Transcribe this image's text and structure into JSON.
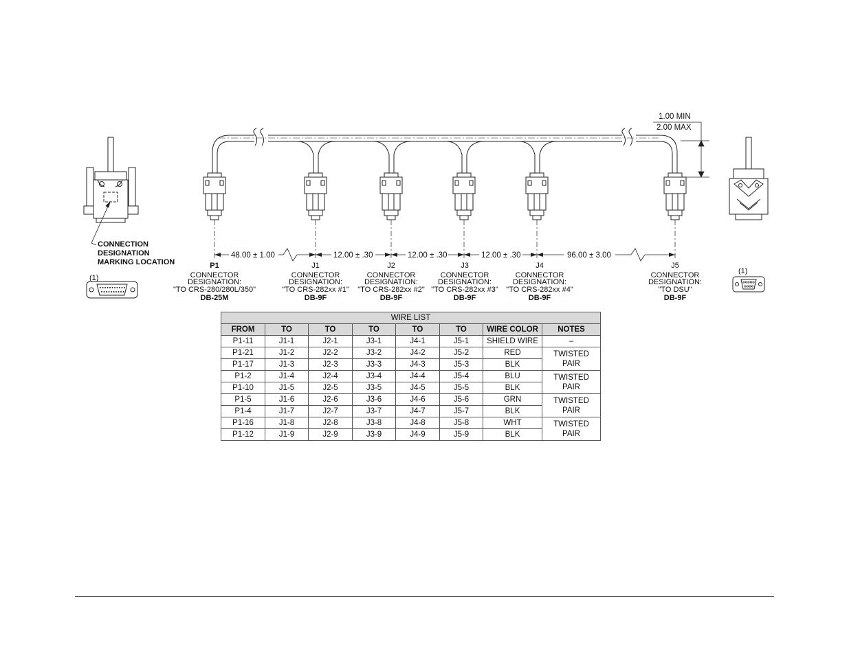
{
  "connectors": [
    {
      "id": "P1",
      "lines": [
        "CONNECTOR",
        "DESIGNATION:",
        "\"TO CRS-280/280L/350\""
      ],
      "type": "DB-25M"
    },
    {
      "id": "J1",
      "lines": [
        "CONNECTOR",
        "DESIGNATION:",
        "\"TO CRS-282xx #1\""
      ],
      "type": "DB-9F"
    },
    {
      "id": "J2",
      "lines": [
        "CONNECTOR",
        "DESIGNATION:",
        "\"TO CRS-282xx #2\""
      ],
      "type": "DB-9F"
    },
    {
      "id": "J3",
      "lines": [
        "CONNECTOR",
        "DESIGNATION:",
        "\"TO CRS-282xx #3\""
      ],
      "type": "DB-9F"
    },
    {
      "id": "J4",
      "lines": [
        "CONNECTOR",
        "DESIGNATION:",
        "\"TO CRS-282xx #4\""
      ],
      "type": "DB-9F"
    },
    {
      "id": "J5",
      "lines": [
        "CONNECTOR",
        "DESIGNATION:",
        "\"TO DSU\""
      ],
      "type": "DB-9F"
    }
  ],
  "dimensions": [
    "48.00 ± 1.00",
    "12.00 ± .30",
    "12.00 ± .30",
    "12.00 ± .30",
    "96.00 ± 3.00"
  ],
  "loop_height": {
    "min": "1.00 MIN",
    "max": "2.00 MAX"
  },
  "marking_note": [
    "CONNECTION",
    "DESIGNATION",
    "MARKING LOCATION"
  ],
  "note_refs": {
    "left": "(1)",
    "right": "(1)"
  },
  "wire_list": {
    "title": "WIRE LIST",
    "headers": [
      "FROM",
      "TO",
      "TO",
      "TO",
      "TO",
      "TO",
      "WIRE COLOR",
      "NOTES"
    ],
    "rows": [
      [
        "P1-11",
        "J1-1",
        "J2-1",
        "J3-1",
        "J4-1",
        "J5-1",
        "SHIELD WIRE"
      ],
      [
        "P1-21",
        "J1-2",
        "J2-2",
        "J3-2",
        "J4-2",
        "J5-2",
        "RED"
      ],
      [
        "P1-17",
        "J1-3",
        "J2-3",
        "J3-3",
        "J4-3",
        "J5-3",
        "BLK"
      ],
      [
        "P1-2",
        "J1-4",
        "J2-4",
        "J3-4",
        "J4-4",
        "J5-4",
        "BLU"
      ],
      [
        "P1-10",
        "J1-5",
        "J2-5",
        "J3-5",
        "J4-5",
        "J5-5",
        "BLK"
      ],
      [
        "P1-5",
        "J1-6",
        "J2-6",
        "J3-6",
        "J4-6",
        "J5-6",
        "GRN"
      ],
      [
        "P1-4",
        "J1-7",
        "J2-7",
        "J3-7",
        "J4-7",
        "J5-7",
        "BLK"
      ],
      [
        "P1-16",
        "J1-8",
        "J2-8",
        "J3-8",
        "J4-8",
        "J5-8",
        "WHT"
      ],
      [
        "P1-12",
        "J1-9",
        "J2-9",
        "J3-9",
        "J4-9",
        "J5-9",
        "BLK"
      ]
    ],
    "notes": [
      "–",
      "TWISTED PAIR",
      "TWISTED PAIR",
      "TWISTED PAIR",
      "TWISTED PAIR"
    ]
  }
}
